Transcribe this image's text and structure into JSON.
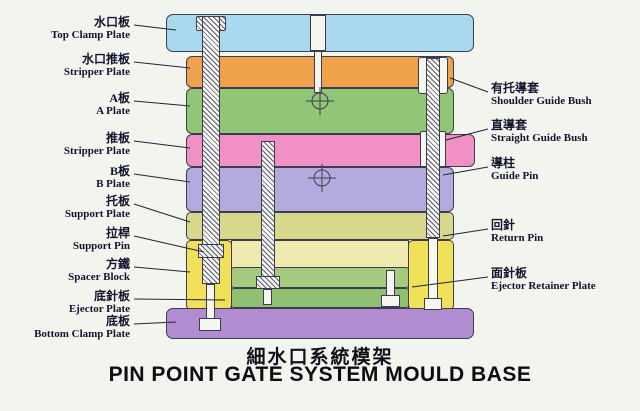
{
  "titles": {
    "cn": "細水口系統模架",
    "en": "PIN POINT GATE SYSTEM MOULD BASE"
  },
  "left_labels": [
    {
      "cn": "水口板",
      "en": "Top Clamp Plate"
    },
    {
      "cn": "水口推板",
      "en": "Stripper Plate"
    },
    {
      "cn": "A板",
      "en": "A Plate"
    },
    {
      "cn": "推板",
      "en": "Stripper Plate"
    },
    {
      "cn": "B板",
      "en": "B Plate"
    },
    {
      "cn": "托板",
      "en": "Support Plate"
    },
    {
      "cn": "拉桿",
      "en": "Support Pin"
    },
    {
      "cn": "方鐵",
      "en": "Spacer Block"
    },
    {
      "cn": "底針板",
      "en": "Ejector Plate"
    },
    {
      "cn": "底板",
      "en": "Bottom Clamp Plate"
    }
  ],
  "right_labels": [
    {
      "cn": "有托導套",
      "en": "Shoulder Guide Bush"
    },
    {
      "cn": "直導套",
      "en": "Straight Guide Bush"
    },
    {
      "cn": "導柱",
      "en": "Guide Pin"
    },
    {
      "cn": "回針",
      "en": "Return Pin"
    },
    {
      "cn": "面針板",
      "en": "Ejector Retainer Plate"
    }
  ],
  "colors": {
    "top-clamp": "#a9d9ef",
    "stripper-orange": "#f0a14b",
    "a-plate": "#90c675",
    "stripper-pink": "#f190c5",
    "b-plate": "#b5aade",
    "support-plate": "#d8d88d",
    "spacer-yellow": "#f0e158",
    "ejector-housing": "#f0eab0",
    "retainer-green": "#a4cb7e",
    "ejector-green": "#8fbf70",
    "bottom-clamp": "#b28cd1",
    "metal-light": "#f6f6f1",
    "outline": "#3c3c50",
    "label-text": "#14142e",
    "leader-line": "#22223a"
  }
}
